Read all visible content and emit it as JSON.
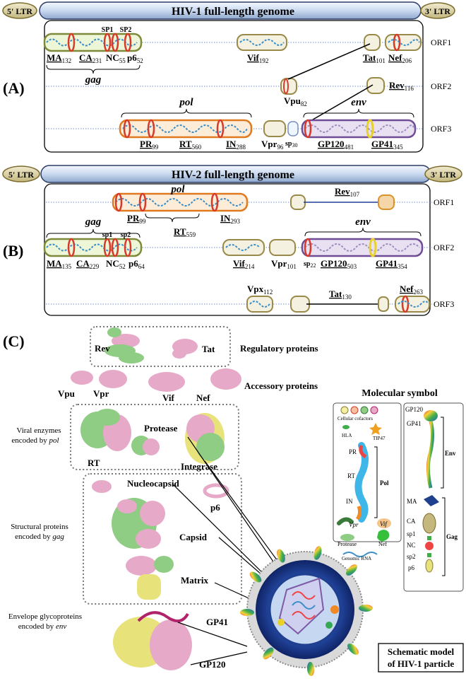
{
  "panelA": {
    "letter": "(A)",
    "ltr5": "5' LTR",
    "ltr3": "3' LTR",
    "title": "HIV-1 full-length genome",
    "orfs": [
      "ORF1",
      "ORF2",
      "ORF3"
    ],
    "gag_label": "gag",
    "pol_label": "pol",
    "env_label": "env",
    "sp1": "SP1",
    "sp2": "SP2",
    "genes": {
      "MA": {
        "name": "MA",
        "sub": "132"
      },
      "CA": {
        "name": "CA",
        "sub": "231"
      },
      "NC": {
        "name": "NC",
        "sub": "55"
      },
      "p6": {
        "name": "p6",
        "sub": "52"
      },
      "Vif": {
        "name": "Vif",
        "sub": "192"
      },
      "Tat": {
        "name": "Tat",
        "sub": "101"
      },
      "Nef": {
        "name": "Nef",
        "sub": "206"
      },
      "Vpu": {
        "name": "Vpu",
        "sub": "82"
      },
      "Rev": {
        "name": "Rev",
        "sub": "116"
      },
      "PR": {
        "name": "PR",
        "sub": "99"
      },
      "RT": {
        "name": "RT",
        "sub": "560"
      },
      "IN": {
        "name": "IN",
        "sub": "288"
      },
      "Vpr": {
        "name": "Vpr",
        "sub": "96"
      },
      "sp": {
        "name": "sp",
        "sub": "30"
      },
      "GP120": {
        "name": "GP120",
        "sub": "481"
      },
      "GP41": {
        "name": "GP41",
        "sub": "345"
      }
    }
  },
  "panelB": {
    "letter": "(B)",
    "ltr5": "5' LTR",
    "ltr3": "3' LTR",
    "title": "HIV-2 full-length genome",
    "orfs": [
      "ORF1",
      "ORF2",
      "ORF3"
    ],
    "gag_label": "gag",
    "pol_label": "pol",
    "env_label": "env",
    "sp1": "sp1",
    "sp2": "sp2",
    "genes": {
      "Rev": {
        "name": "Rev",
        "sub": "107"
      },
      "PR": {
        "name": "PR",
        "sub": "99"
      },
      "RT": {
        "name": "RT",
        "sub": "559"
      },
      "IN": {
        "name": "IN",
        "sub": "293"
      },
      "MA": {
        "name": "MA",
        "sub": "135"
      },
      "CA": {
        "name": "CA",
        "sub": "229"
      },
      "NC": {
        "name": "NC",
        "sub": "52"
      },
      "p6": {
        "name": "p6",
        "sub": "64"
      },
      "Vif": {
        "name": "Vif",
        "sub": "214"
      },
      "Vpr": {
        "name": "Vpr",
        "sub": "101"
      },
      "sp": {
        "name": "sp",
        "sub": "22"
      },
      "GP120": {
        "name": "GP120",
        "sub": "503"
      },
      "GP41": {
        "name": "GP41",
        "sub": "354"
      },
      "Vpx": {
        "name": "Vpx",
        "sub": "112"
      },
      "Tat": {
        "name": "Tat",
        "sub": "130"
      },
      "Nef": {
        "name": "Nef",
        "sub": "263"
      }
    }
  },
  "panelC": {
    "letter": "(C)",
    "groups": {
      "regulatory": "Regulatory proteins",
      "accessory": "Accessory proteins",
      "enzymes_1": "Viral enzymes",
      "enzymes_2": "encoded by",
      "enzymes_3": "pol",
      "structural_1": "Structural proteins",
      "structural_2": "encoded by",
      "structural_3": "gag",
      "envelope_1": "Envelope glycoproteins",
      "envelope_2": "encoded by",
      "envelope_3": "env"
    },
    "proteins": {
      "rev": "Rev",
      "tat": "Tat",
      "vpu": "Vpu",
      "vpr": "Vpr",
      "vif": "Vif",
      "nef": "Nef",
      "rt": "RT",
      "protease": "Protease",
      "integrase": "Integrase",
      "nucleocapsid": "Nucleocapsid",
      "p6": "p6",
      "capsid": "Capsid",
      "matrix": "Matrix",
      "gp41": "GP41",
      "gp120": "GP120"
    },
    "legend": {
      "title": "Molecular symbol",
      "cellular": "Cellular cofactors",
      "hla": "HLA",
      "tip47": "TIP47",
      "pr": "PR",
      "rt": "RT",
      "in": "IN",
      "pol": "Pol",
      "vpr": "Vpr",
      "vif": "Vif",
      "protease": "Protease",
      "nef": "Nef",
      "genomic": "Genomic RNA",
      "gp120": "GP120",
      "gp41": "GP41",
      "env": "Env",
      "ma": "MA",
      "ca": "CA",
      "sp1": "sp1",
      "nc": "NC",
      "sp2": "sp2",
      "p6": "p6",
      "gag": "Gag"
    },
    "model_caption_1": "Schematic model",
    "model_caption_2": "of HIV-1 particle"
  },
  "colors": {
    "rod_gold": "#8a7a3a",
    "green": "#8fcc84",
    "pink": "#e7a9c8",
    "yellow": "#e8e27a",
    "red_ring": "#d63a2a",
    "orange": "#f08a24",
    "purple": "#7d5ba6",
    "blue_dark": "#1f3f8f"
  }
}
